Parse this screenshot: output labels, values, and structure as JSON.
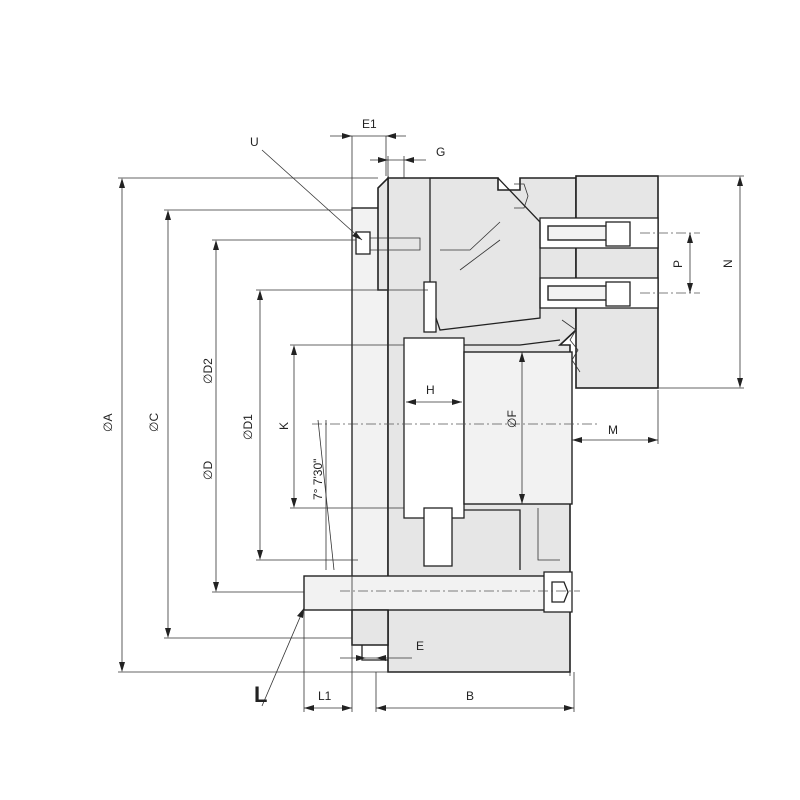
{
  "labels": {
    "E1": "E1",
    "G": "G",
    "U": "U",
    "P": "P",
    "N": "N",
    "A": "A",
    "C": "C",
    "D2": "D2",
    "D": "D",
    "D1": "D1",
    "K": "K",
    "H": "H",
    "F": "F",
    "M": "M",
    "angle": "7° 7'30\"",
    "E": "E",
    "L": "L",
    "L1": "L1",
    "B": "B"
  },
  "symbols": {
    "diameter": "∅"
  },
  "colors": {
    "line": "#222222",
    "fill": "#e6e6e6"
  }
}
